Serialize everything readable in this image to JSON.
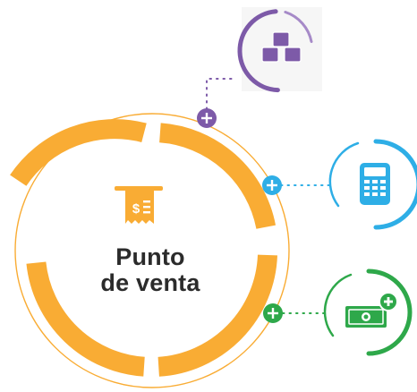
{
  "main": {
    "title_line1": "Punto",
    "title_line2": "de venta",
    "icon": "receipt-dollar-icon",
    "accent": "#f9ac34"
  },
  "features": [
    {
      "name": "inventory",
      "icon": "boxes-icon",
      "connector_icon": "plus-icon",
      "color": "#7d5aa8"
    },
    {
      "name": "terminal",
      "icon": "card-terminal-icon",
      "connector_icon": "plus-icon",
      "color": "#2eaee6"
    },
    {
      "name": "cash",
      "icon": "money-plus-icon",
      "connector_icon": "plus-icon",
      "color": "#2ea84a"
    }
  ]
}
